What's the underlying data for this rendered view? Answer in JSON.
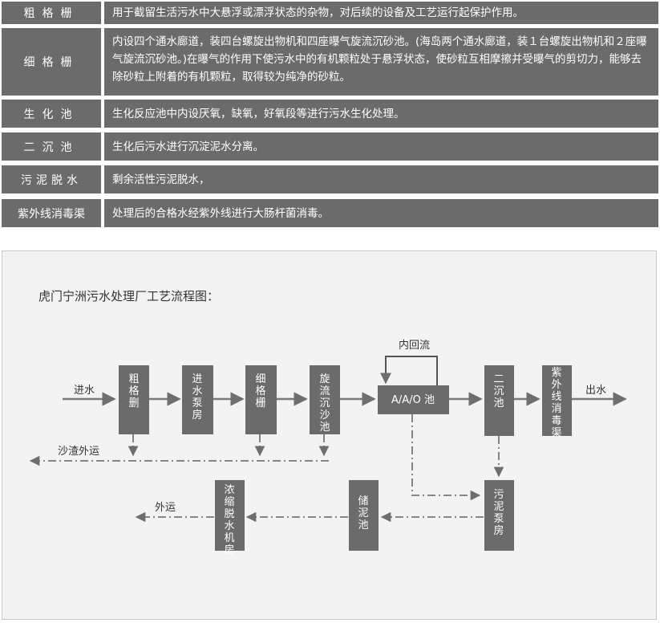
{
  "table": {
    "rows": [
      {
        "label": "粗格栅",
        "desc": "用于截留生活污水中大悬浮或漂浮状态的杂物，对后续的设备及工艺运行起保护作用。"
      },
      {
        "label": "细格栅",
        "desc": "内设四个通水廊道，装四台螺旋出物机和四座曝气旋流沉砂池。(海岛两个通水廊道，装１台螺旋出物机和２座曝气旋流沉砂池。)在曝气的作用下使污水中的有机颗粒处于悬浮状态，使砂粒互相摩擦并受曝气的剪切力，能够去除砂粒上附着的有机颗粒，取得较为纯净的砂粒。"
      },
      {
        "label": "生化池",
        "desc": "生化反应池中内设厌氧，缺氧，好氧段等进行污水生化处理。"
      },
      {
        "label": "二沉池",
        "desc": "生化后污水进行沉淀泥水分离。"
      },
      {
        "label": "污泥脱水",
        "desc": "剩余活性污泥脱水，"
      },
      {
        "label": "紫外线消毒渠",
        "desc": "处理后的合格水经紫外线进行大肠杆菌消毒。"
      }
    ]
  },
  "diagram": {
    "title": "虎门宁洲污水处理厂工艺流程图：",
    "boxes": {
      "coarse": "粗格删",
      "pump": "进水泵房",
      "fine": "细格栅",
      "grit": "旋流沉沙池",
      "ao": "A/A/O 池",
      "clarifier": "二沉池",
      "uv": "紫外线消毒渠",
      "sludge_pump": "污泥泵房",
      "storage": "储泥池",
      "dewater": "浓缩脱水机房"
    },
    "labels": {
      "inflow": "进水",
      "outflow": "出水",
      "recycle": "内回流",
      "grit_out": "沙渣外运",
      "sludge_out": "外运"
    }
  }
}
